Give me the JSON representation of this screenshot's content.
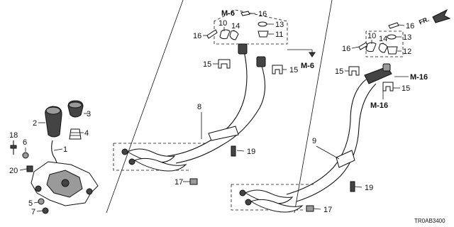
{
  "diagram": {
    "direction_label": "FR.",
    "part_code": "TR0AB3400",
    "callouts": {
      "c1": "1",
      "c2": "2",
      "c3": "3",
      "c4": "4",
      "c5": "5",
      "c6": "6",
      "c7": "7",
      "c8": "8",
      "c9": "9",
      "c10a": "10",
      "c10b": "10",
      "c11": "11",
      "c12": "12",
      "c13a": "13",
      "c13b": "13",
      "c14a": "14",
      "c14b": "14",
      "c15a": "15",
      "c15b": "15",
      "c15c": "15",
      "c15d": "15",
      "c16a": "16",
      "c16b": "16",
      "c16c": "16",
      "c16d": "16",
      "c17a": "17",
      "c17b": "17",
      "c18": "18",
      "c19a": "19",
      "c19b": "19",
      "c20": "20"
    },
    "references": {
      "m6_top": "M-6",
      "m6_right": "M-6",
      "m16_a": "M-16",
      "m16_b": "M-16"
    }
  }
}
